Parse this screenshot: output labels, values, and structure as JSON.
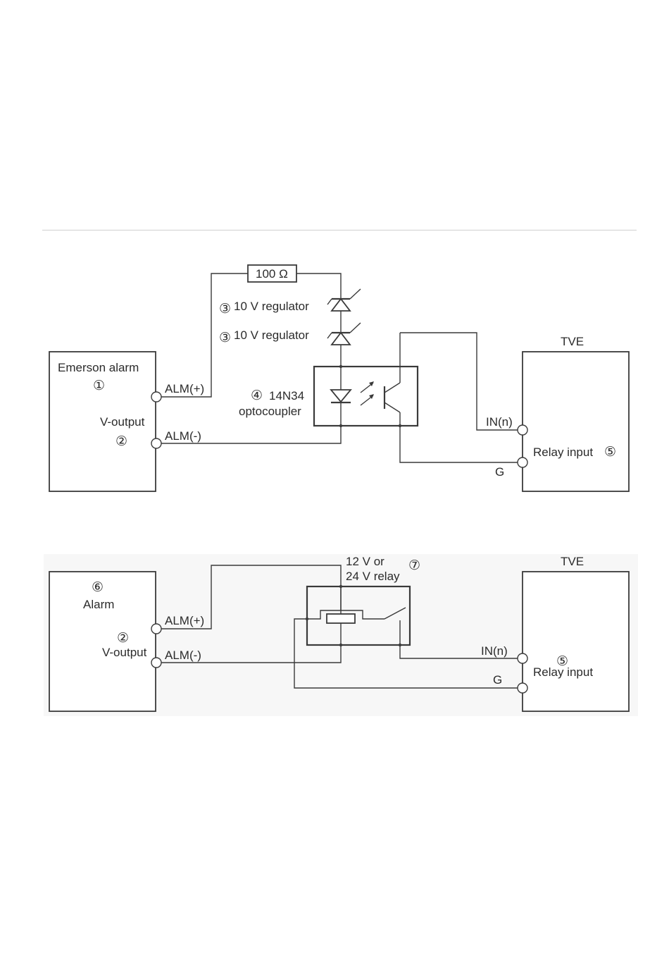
{
  "colors": {
    "line": "#3a3a3a",
    "text": "#2b2b2b",
    "rule": "#d0d0d0",
    "background": "#ffffff"
  },
  "diagram1": {
    "resistor_label": "100 Ω",
    "regulator1_marker": "③",
    "regulator1_label": "10 V regulator",
    "regulator2_marker": "③",
    "regulator2_label": "10 V regulator",
    "alarm_box_title": "Emerson alarm",
    "alarm_box_marker": "①",
    "voutput_label": "V-output",
    "voutput_marker": "②",
    "alm_plus": "ALM(+)",
    "alm_minus": "ALM(-)",
    "opto_marker": "④",
    "opto_label_line1": "14N34",
    "opto_label_line2": "optocoupler",
    "tve_label": "TVE",
    "in_label": "IN(n)",
    "g_label": "G",
    "relay_input_label": "Relay input",
    "relay_input_marker": "⑤"
  },
  "diagram2": {
    "relay_label_line1": "12 V or",
    "relay_label_line2": "24 V relay",
    "relay_marker": "⑦",
    "tve_label": "TVE",
    "alarm_marker": "⑥",
    "alarm_label": "Alarm",
    "voutput_marker": "②",
    "voutput_label": "V-output",
    "alm_plus": "ALM(+)",
    "alm_minus": "ALM(-)",
    "in_label": "IN(n)",
    "g_label": "G",
    "relay_input_marker": "⑤",
    "relay_input_label": "Relay input"
  }
}
